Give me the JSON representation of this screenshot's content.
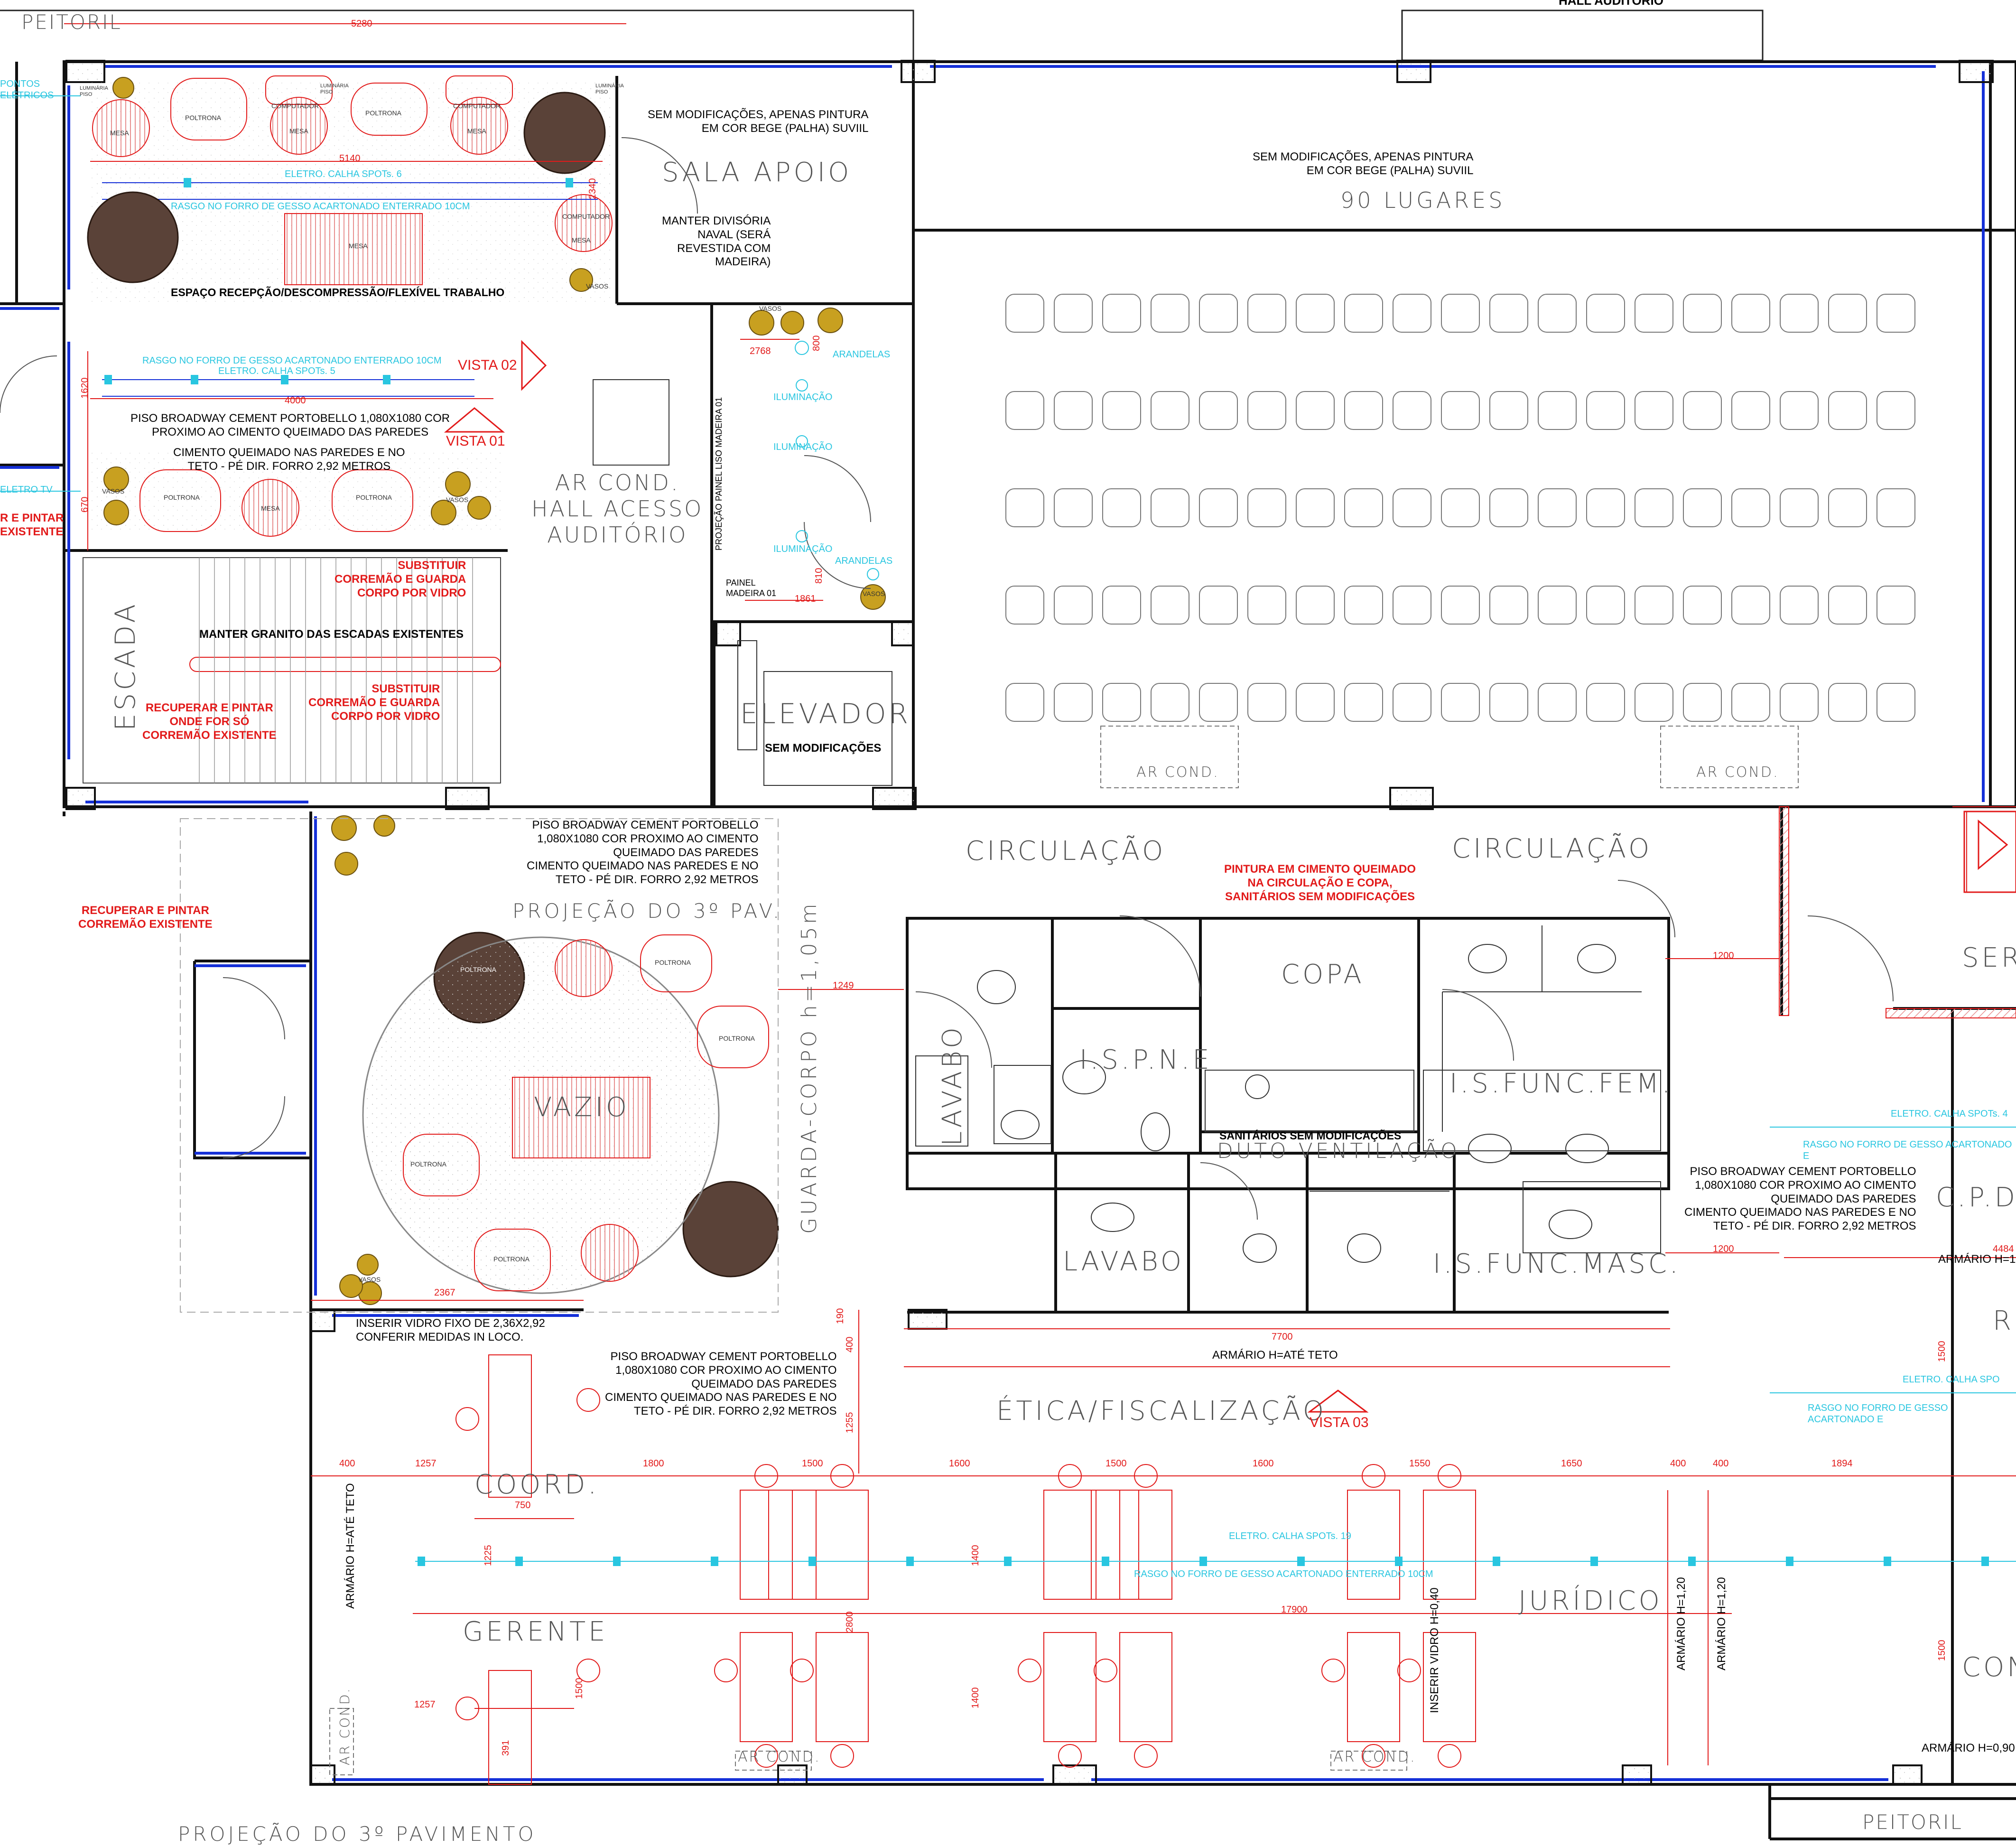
{
  "title_top": "HALL AUDITÓRIO",
  "peitoril": "PEITORIL",
  "dims": {
    "d5280": "5280",
    "d5140": "5140",
    "d2340": "2340",
    "d4000": "4000",
    "d1620": "1620",
    "d670": "670",
    "d2768": "2768",
    "d800": "800",
    "d810": "810",
    "d1861": "1861",
    "d1249": "1249",
    "d1200a": "1200",
    "d1200b": "1200",
    "d4484": "4484",
    "d2367": "2367",
    "d7700": "7700",
    "d190": "190",
    "d400a": "400",
    "d1255": "1255",
    "d750": "750",
    "d1225": "1225",
    "d1257a": "1257",
    "d1257b": "1257",
    "d17900": "17900",
    "d2800": "2800",
    "d1500v": "1500",
    "d1500r": "1500",
    "d1500r2": "1500",
    "d1400a": "1400",
    "d1400b": "1400",
    "d391": "391"
  },
  "top_dim_row": [
    "400",
    "1257",
    "1800",
    "1500",
    "1600",
    "1500",
    "1600",
    "1550",
    "1650",
    "400",
    "400",
    "1894"
  ],
  "rooms": {
    "sala_apoio": "SALA APOIO",
    "lugares": "90 LUGARES",
    "ar_cond": "AR COND.",
    "hall": "AR COND.\nHALL ACESSO\nAUDITÓRIO",
    "escada": "ESCADA",
    "elevador": "ELEVADOR",
    "circulacao": "CIRCULAÇÃO",
    "copa": "COPA",
    "ispne": "I.S.P.N.E",
    "lavabo": "LAVABO",
    "is_fem": "I.S.FUNC.FEM.",
    "is_masc": "I.S.FUNC.MASC.",
    "duto": "DUTO VENTILAÇÃO",
    "vazio": "VAZIO",
    "projecao3": "PROJEÇÃO DO 3º PAV.",
    "projecao3b": "PROJEÇÃO DO 3º PAVIMENTO",
    "guarda": "GUARDA-CORPO h=1,05m",
    "etica": "ÉTICA/FISCALIZAÇÃO",
    "coord": "COORD.",
    "gerente": "GERENTE",
    "juridico": "JURÍDICO",
    "ser": "SER",
    "cpd": "C.P.D",
    "r": "R",
    "con": "CON"
  },
  "notes": {
    "sem_mod_apoio": "SEM MODIFICAÇÕES, APENAS PINTURA\nEM COR BEGE (PALHA) SUVIIL",
    "sem_mod_aud": "SEM MODIFICAÇÕES, APENAS PINTURA\nEM COR BEGE (PALHA) SUVIIL",
    "manter_div": "MANTER DIVISÓRIA\nNAVAL (SERÁ\nREVESTIDA COM\nMADEIRA)",
    "espaco": "ESPAÇO RECEPÇÃO/DESCOMPRESSÃO/FLEXÍVEL TRABALHO",
    "piso1": "PISO BROADWAY CEMENT PORTOBELLO 1,080X1080 COR\nPROXIMO AO CIMENTO QUEIMADO DAS PAREDES",
    "cimento1": "CIMENTO QUEIMADO NAS PAREDES E NO\nTETO - PÉ DIR. FORRO 2,92 METROS",
    "manter_granito": "MANTER GRANITO DAS ESCADAS EXISTENTES",
    "sem_mod_elev": "SEM MODIFICAÇÕES",
    "piso2": "PISO BROADWAY CEMENT PORTOBELLO\n1,080X1080 COR PROXIMO AO CIMENTO\nQUEIMADO DAS PAREDES\nCIMENTO QUEIMADO NAS PAREDES E NO\nTETO - PÉ DIR. FORRO 2,92 METROS",
    "sanit": "SANITÁRIOS SEM MODIFICAÇÕES",
    "piso3": "PISO BROADWAY CEMENT PORTOBELLO\n1,080X1080 COR PROXIMO AO CIMENTO\nQUEIMADO DAS PAREDES\nCIMENTO QUEIMADO NAS PAREDES E NO\nTETO - PÉ DIR. FORRO 2,92 METROS",
    "piso4": "PISO BROADWAY CEMENT PORTOBELLO\n1,080X1080 COR PROXIMO AO CIMENTO\nQUEIMADO DAS PAREDES\nCIMENTO QUEIMADO NAS PAREDES E NO\nTETO - PÉ DIR. FORRO 2,92 METROS",
    "inserir_vidro": "INSERIR VIDRO FIXO DE  2,36X2,92\nCONFERIR MEDIDAS IN LOCO.",
    "armario_teto": "ARMÁRIO H=ATÉ TETO",
    "armario_teto_v": "ARMÁRIO H=ATÉ TETO",
    "armario_1": "ARMÁRIO H=1",
    "armario_090": "ARMÁRIO H=0,90",
    "armario_120a": "ARMÁRIO H=1,20",
    "armario_120b": "ARMÁRIO H=1,20",
    "inserir_vidro_040": "INSERIR VIDRO H=0,40",
    "painel_madeira": "PAINEL\nMADEIRA 01",
    "projecao_painel": "PROJEÇÃO PAINEL LISO MADEIRA 01"
  },
  "red_notes": {
    "substituir1": "SUBSTITUIR\nCORREMÃO E GUARDA\nCORPO POR VIDRO",
    "substituir2": "SUBSTITUIR\nCORREMÃO E GUARDA\nCORPO POR VIDRO",
    "recuperar1": "RECUPERAR E PINTAR\nONDE FOR SÓ\nCORREMÃO EXISTENTE",
    "recuperar2": "RECUPERAR E PINTAR\nCORREMÃO EXISTENTE",
    "pintar_left": "R E PINTAR\nEXISTENTE",
    "pintura": "PINTURA EM CIMENTO QUEIMADO\nNA CIRCULAÇÃO E COPA,\nSANITÁRIOS SEM MODIFICAÇÕES",
    "vista01": "VISTA 01",
    "vista02": "VISTA 02",
    "vista03": "VISTA 03"
  },
  "cyan_notes": {
    "pontos": "PONTOS\nELÉTRICOS",
    "eletro_tv": "ELETRO TV",
    "calha1": "ELETRO. CALHA SPOTs. 6",
    "rasgo1": "RASGO NO FORRO DE GESSO ACARTONADO ENTERRADO 10CM",
    "rasgo2": "RASGO NO FORRO DE GESSO ACARTONADO ENTERRADO 10CM",
    "calha2": "ELETRO. CALHA SPOTs. 5",
    "arandelas1": "ARANDELAS",
    "arandelas2": "ARANDELAS",
    "ilum1": "ILUMINAÇÃO",
    "ilum2": "ILUMINAÇÃO",
    "ilum3": "ILUMINAÇÃO",
    "calha3": "ELETRO. CALHA SPOTs. 19",
    "rasgo3": "RASGO NO FORRO DE GESSO ACARTONADO ENTERRADO 10CM",
    "calha4": "ELETRO. CALHA SPOTs. 4",
    "rasgo4": "RASGO NO FORRO DE GESSO ACARTONADO E",
    "calha5": "ELETRO. CALHA SPO",
    "rasgo5": "RASGO NO FORRO DE GESSO ACARTONADO E"
  },
  "furniture": {
    "mesa": "MESA",
    "poltrona": "POLTRONA",
    "computador": "COMPUTADOR",
    "luminaria": "LUMINÁRIA\nPISO",
    "vasos": "VASOS"
  },
  "colors": {
    "wall": "#000000",
    "dim_red": "#e21a1a",
    "cyan": "#29c6e0",
    "window_blue": "#1530d8",
    "plant": "#c8a020",
    "dark_chair": "#5a4238",
    "pink": "#e89090"
  }
}
